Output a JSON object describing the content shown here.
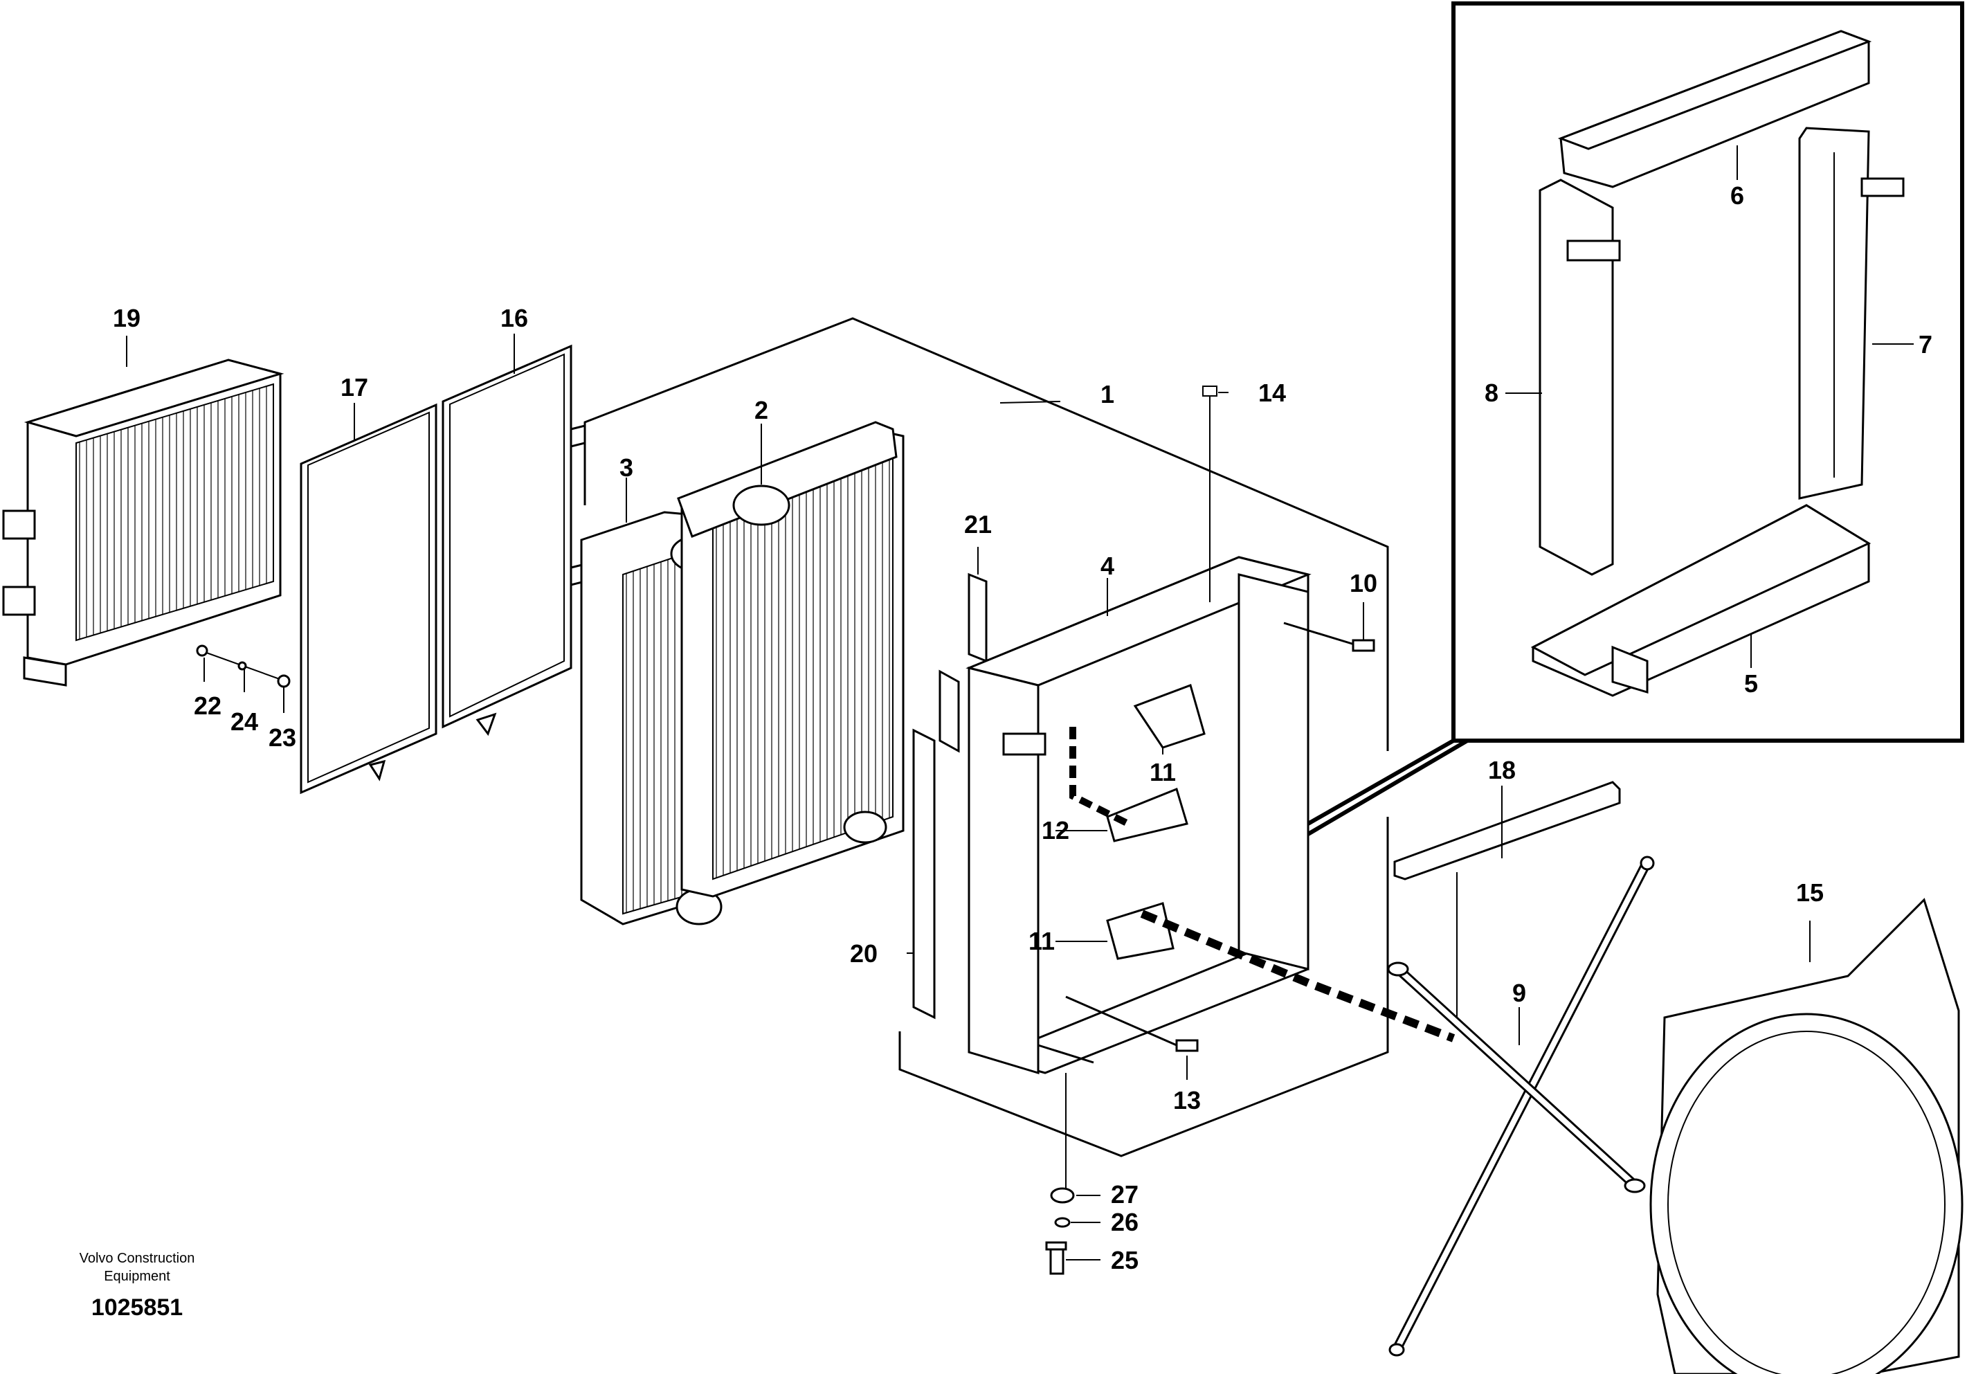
{
  "colors": {
    "line": "#000000",
    "background": "#ffffff"
  },
  "callouts": {
    "c1": "1",
    "c2": "2",
    "c3": "3",
    "c4": "4",
    "c5": "5",
    "c6": "6",
    "c7": "7",
    "c8": "8",
    "c9": "9",
    "c10": "10",
    "c11a": "11",
    "c11b": "11",
    "c12": "12",
    "c13": "13",
    "c14": "14",
    "c15": "15",
    "c16": "16",
    "c17": "17",
    "c18": "18",
    "c19": "19",
    "c20": "20",
    "c21": "21",
    "c22": "22",
    "c23": "23",
    "c24": "24",
    "c25": "25",
    "c26": "26",
    "c27": "27"
  },
  "footer": {
    "company_line1": "Volvo Construction",
    "company_line2": "Equipment",
    "document_number": "1025851"
  }
}
